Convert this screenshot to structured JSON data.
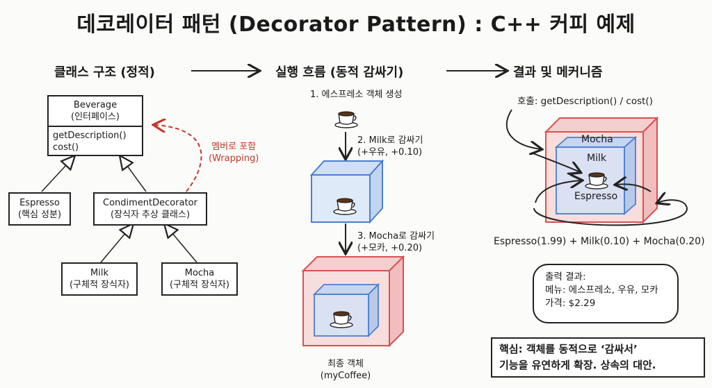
{
  "title": "데코레이터 패턴 (Decorator Pattern) : C++ 커피 예제",
  "sections": {
    "structure": "클래스 구조 (정적)",
    "flow": "실행 흐름 (동적 감싸기)",
    "result": "결과 및 메커니즘"
  },
  "uml": {
    "beverage": {
      "name": "Beverage",
      "kind": "(인터페이스)",
      "methods": [
        "getDescription()",
        "cost()"
      ]
    },
    "espresso": {
      "name": "Espresso",
      "kind": "(핵심 성분)"
    },
    "condiment": {
      "name": "CondimentDecorator",
      "kind": "(장식자 추상 클래스)"
    },
    "milk": {
      "name": "Milk",
      "kind": "(구체적 장식자)"
    },
    "mocha": {
      "name": "Mocha",
      "kind": "(구체적 장식자)"
    },
    "member_label": [
      "멤버로 포함",
      "(Wrapping)"
    ]
  },
  "flow": {
    "step1": "1. 에스프레소 객체 생성",
    "step2": [
      "2. Milk로 감싸기",
      "(+우유, +0.10)"
    ],
    "step3": [
      "3. Mocha로 감싸기",
      "(+모카, +0.20)"
    ],
    "final": [
      "최종 객체",
      "(myCoffee)"
    ]
  },
  "result": {
    "call": "호출: getDescription() / cost()",
    "layers": {
      "outer": "Mocha",
      "middle": "Milk",
      "inner": "Espresso"
    },
    "formula": "Espresso(1.99) + Milk(0.10) + Mocha(0.20)",
    "output": {
      "heading": "출력 결과:",
      "menu": "메뉴: 에스프레소, 우유, 모카",
      "price": "가격: $2.29"
    },
    "key": [
      "핵심: 객체를 동적으로 ‘감싸서’",
      "기능을 유연하게 확장. 상속의 대안."
    ]
  },
  "colors": {
    "blue": "#4a7fd1",
    "red": "#d95050",
    "accent_red": "#c0392b",
    "ink": "#222222"
  }
}
